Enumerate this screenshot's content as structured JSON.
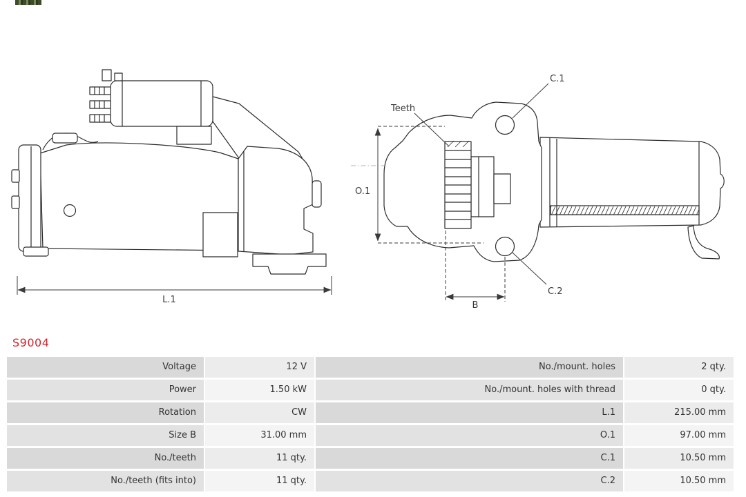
{
  "product": {
    "code": "S9004"
  },
  "drawing": {
    "labels": {
      "teeth": "Teeth",
      "c1": "C.1",
      "c2": "C.2",
      "o1": "O.1",
      "b": "B",
      "l1": "L.1"
    }
  },
  "spec_table": {
    "rows": [
      {
        "left_label": "Voltage",
        "left_value": "12 V",
        "right_label": "No./mount. holes",
        "right_value": "2 qty."
      },
      {
        "left_label": "Power",
        "left_value": "1.50 kW",
        "right_label": "No./mount. holes with thread",
        "right_value": "0 qty."
      },
      {
        "left_label": "Rotation",
        "left_value": "CW",
        "right_label": "L.1",
        "right_value": "215.00 mm"
      },
      {
        "left_label": "Size B",
        "left_value": "31.00 mm",
        "right_label": "O.1",
        "right_value": "97.00 mm"
      },
      {
        "left_label": "No./teeth",
        "left_value": "11 qty.",
        "right_label": "C.1",
        "right_value": "10.50 mm"
      },
      {
        "left_label": "No./teeth (fits into)",
        "left_value": "11 qty.",
        "right_label": "C.2",
        "right_value": "10.50 mm"
      }
    ]
  },
  "colors": {
    "product_code_red": "#d5242c",
    "drawing_line": "#2b2b2b",
    "annotation_line": "#3a3a3a",
    "label_cell": "#d9d9d9",
    "label_cell_alt": "#e2e2e2",
    "value_cell": "#ececec",
    "value_cell_alt": "#f4f4f4",
    "table_text": "#333333"
  }
}
